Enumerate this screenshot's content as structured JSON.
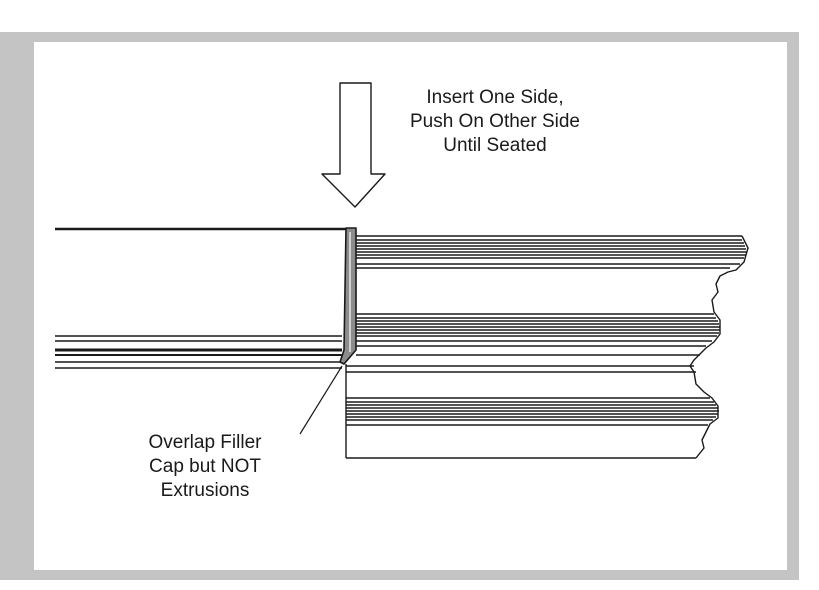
{
  "instruction": {
    "lines": [
      "Insert One Side,",
      "Push On Other Side",
      "Until Seated"
    ]
  },
  "overlap_note": {
    "lines": [
      "Overlap Filler",
      "Cap but NOT",
      "Extrusions"
    ]
  },
  "colors": {
    "frame": "#c4c4c4",
    "line": "#1a1a1a",
    "cap_fill": "#8c8c8c"
  },
  "icons": [
    "down-arrow-icon"
  ]
}
